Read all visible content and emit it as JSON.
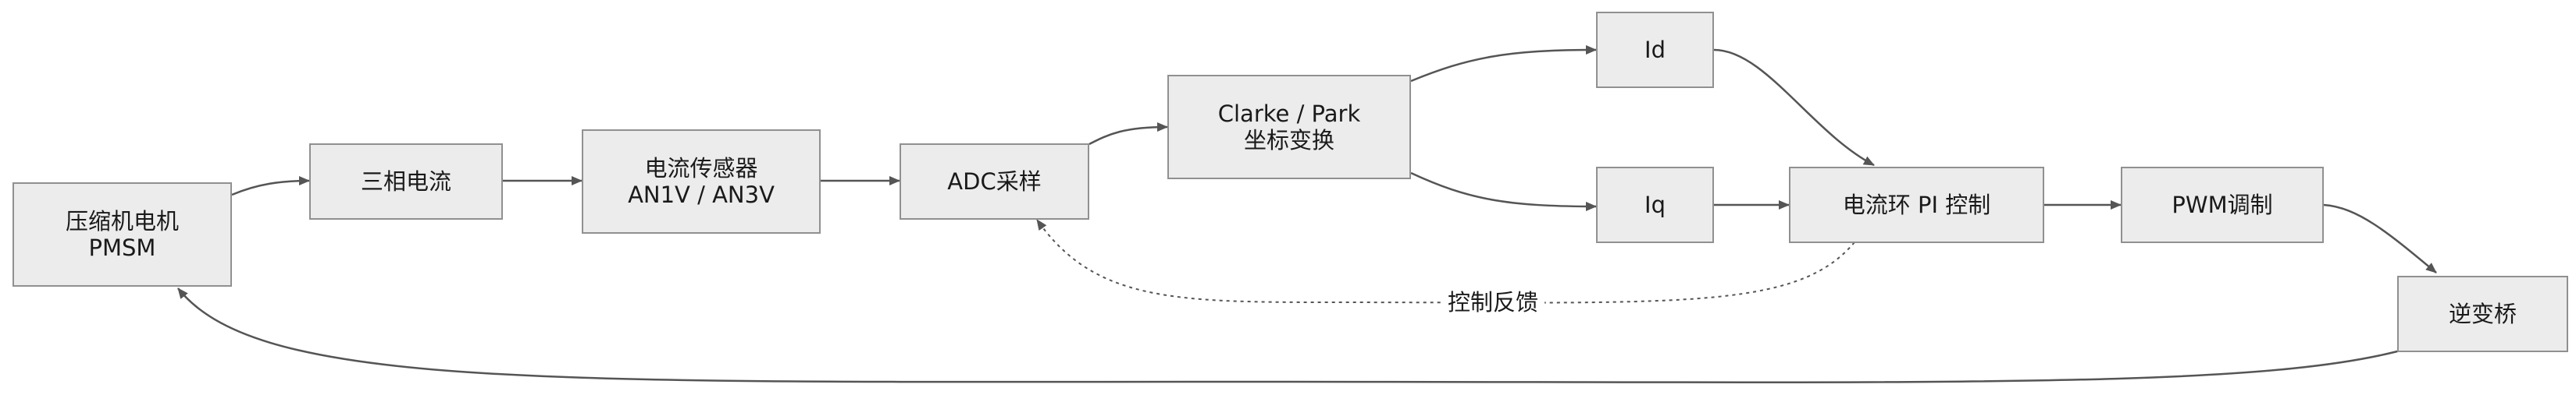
{
  "nodes": {
    "compressor": {
      "line1": "压缩机电机",
      "line2": "PMSM"
    },
    "three_phase": {
      "label": "三相电流"
    },
    "sensor": {
      "line1": "电流传感器",
      "line2": "AN1V / AN3V"
    },
    "adc": {
      "label": "ADC采样"
    },
    "clarke": {
      "line1": "Clarke / Park",
      "line2": "坐标变换"
    },
    "id": {
      "label": "Id"
    },
    "iq": {
      "label": "Iq"
    },
    "pi": {
      "label": "电流环 PI 控制"
    },
    "pwm": {
      "label": "PWM调制"
    },
    "inverter": {
      "label": "逆变桥"
    }
  },
  "edges": {
    "feedback_label": "控制反馈"
  },
  "colors": {
    "node_fill": "#ececec",
    "node_border": "#909090",
    "edge": "#555555"
  }
}
